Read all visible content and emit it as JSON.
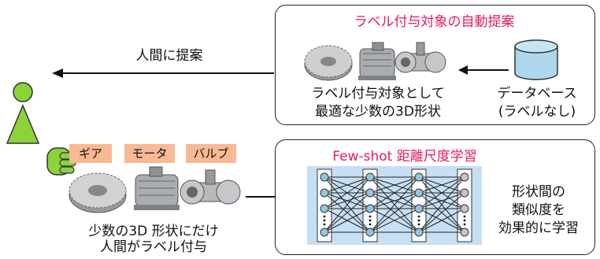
{
  "top_panel": {
    "title": "ラベル付与対象の自動提案",
    "caption_line1": "ラベル付与対象として",
    "caption_line2": "最適な少数の3D形状",
    "database_line1": "データベース",
    "database_line2": "(ラベルなし)"
  },
  "left": {
    "propose_text": "人間に提案"
  },
  "labels": [
    "ギア",
    "モータ",
    "バルブ"
  ],
  "bottom_left": {
    "caption_line1": "少数の3D 形状にだけ",
    "caption_line2": "人間がラベル付与"
  },
  "bottom_panel": {
    "title": "Few-shot 距離尺度学習",
    "side_line1": "形状間の",
    "side_line2": "類似度を",
    "side_line3": "効果的に学習"
  },
  "colors": {
    "title": "#e8195a",
    "person": "#8cd339",
    "label_bg": "#f8b994",
    "db_fill": "#add8ec",
    "net_bg": "#c6dff3",
    "node_fill": "#8ec8de",
    "last_node_fill": "#c9bfd6"
  }
}
